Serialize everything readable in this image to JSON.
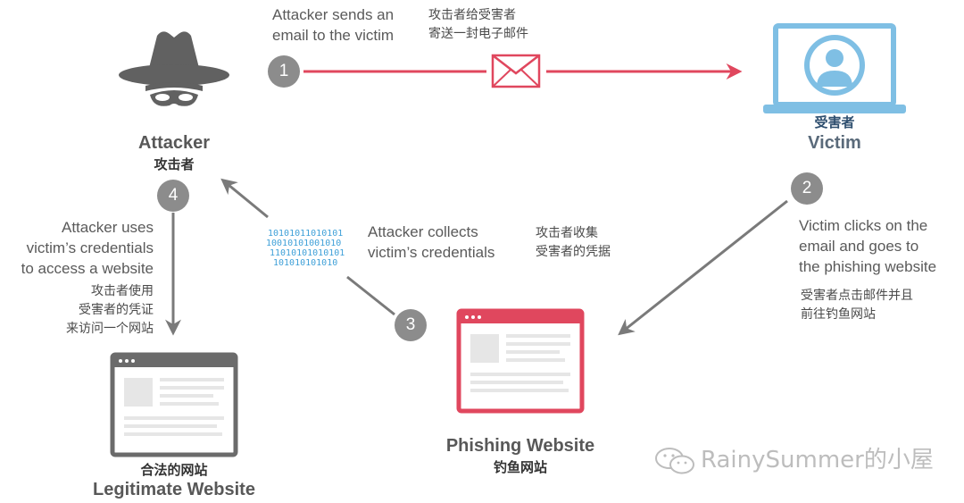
{
  "steps": [
    "1",
    "2",
    "3",
    "4"
  ],
  "step1": {
    "en_line1": "Attacker sends an",
    "en_line2": "email to the victim",
    "cn_line1": "攻击者给受害者",
    "cn_line2": "寄送一封电子邮件"
  },
  "attacker": {
    "title": "Attacker",
    "title_cn": "攻击者"
  },
  "victim": {
    "title_cn": "受害者",
    "title": "Victim"
  },
  "step2": {
    "en_line1": "Victim clicks on the",
    "en_line2": "email and goes to",
    "en_line3": "the phishing website",
    "cn_line1": "受害者点击邮件并且",
    "cn_line2": "前往钓鱼网站"
  },
  "step3": {
    "en_line1": "Attacker collects",
    "en_line2": "victim’s credentials",
    "cn_line1": "攻击者收集",
    "cn_line2": "受害者的凭据",
    "binary": [
      "10101011010101",
      "10010101001010",
      "11010101010101",
      "101010101010"
    ]
  },
  "step4": {
    "en_line1": "Attacker uses",
    "en_line2": "victim’s credentials",
    "en_line3": "to access a website",
    "cn_line1": "攻击者使用",
    "cn_line2": "受害者的凭证",
    "cn_line3": "来访问一个网站"
  },
  "phishing": {
    "title": "Phishing Website",
    "title_cn": "钓鱼网站"
  },
  "legit": {
    "title_cn": "合法的网站",
    "title": "Legitimate Website"
  },
  "watermark": "RainySummer的小屋",
  "colors": {
    "red": "#e0475e",
    "grey_dark": "#6b6b6b",
    "grey_arrow": "#8a8a8a",
    "blue": "#7fbfe4",
    "badge": "#8c8c8c"
  },
  "icons": [
    "spy-icon",
    "envelope-icon",
    "laptop-icon",
    "user-avatar-icon",
    "browser-window-icon",
    "wechat-icon"
  ]
}
